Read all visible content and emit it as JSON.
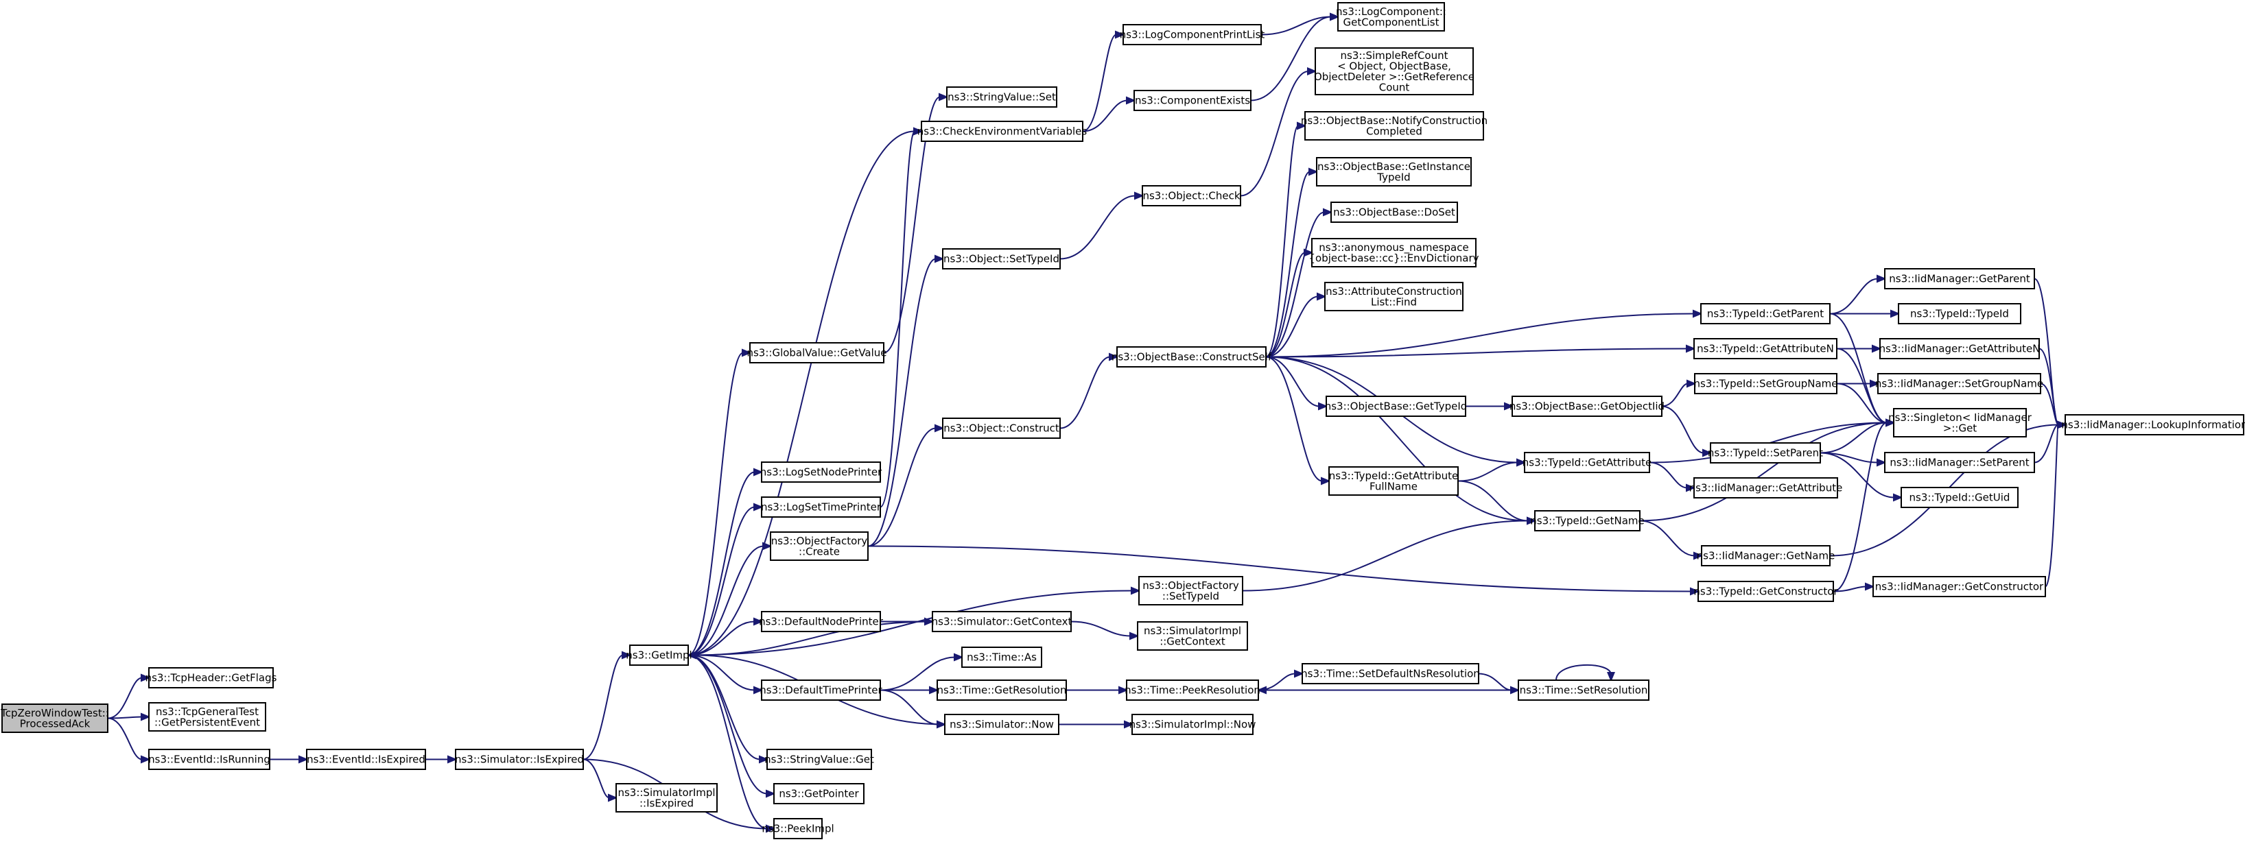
{
  "colors": {
    "edge": "#191970",
    "node_fill": "#ffffff",
    "root_fill": "#bfbfbf",
    "border": "#000000"
  },
  "nodes": [
    {
      "id": "root",
      "lines": [
        "TcpZeroWindowTest::",
        "ProcessedAck"
      ]
    },
    {
      "id": "tcpflags",
      "lines": [
        "ns3::TcpHeader::GetFlags"
      ]
    },
    {
      "id": "persist",
      "lines": [
        "ns3::TcpGeneralTest",
        "::GetPersistentEvent"
      ]
    },
    {
      "id": "isrunning",
      "lines": [
        "ns3::EventId::IsRunning"
      ]
    },
    {
      "id": "evexpired",
      "lines": [
        "ns3::EventId::IsExpired"
      ]
    },
    {
      "id": "simexpired",
      "lines": [
        "ns3::Simulator::IsExpired"
      ]
    },
    {
      "id": "implexpired",
      "lines": [
        "ns3::SimulatorImpl",
        "::IsExpired"
      ]
    },
    {
      "id": "getimpl",
      "lines": [
        "ns3::GetImpl"
      ]
    },
    {
      "id": "peekimpl",
      "lines": [
        "ns3::PeekImpl"
      ]
    },
    {
      "id": "getpointer",
      "lines": [
        "ns3::GetPointer"
      ]
    },
    {
      "id": "strget",
      "lines": [
        "ns3::StringValue::Get"
      ]
    },
    {
      "id": "deftime",
      "lines": [
        "ns3::DefaultTimePrinter"
      ]
    },
    {
      "id": "defnode",
      "lines": [
        "ns3::DefaultNodePrinter"
      ]
    },
    {
      "id": "objfactcreate",
      "lines": [
        "ns3::ObjectFactory",
        "::Create"
      ]
    },
    {
      "id": "logtime",
      "lines": [
        "ns3::LogSetTimePrinter"
      ]
    },
    {
      "id": "lognode",
      "lines": [
        "ns3::LogSetNodePrinter"
      ]
    },
    {
      "id": "globalget",
      "lines": [
        "ns3::GlobalValue::GetValue"
      ]
    },
    {
      "id": "strset",
      "lines": [
        "ns3::StringValue::Set"
      ]
    },
    {
      "id": "checkenv",
      "lines": [
        "ns3::CheckEnvironmentVariables"
      ]
    },
    {
      "id": "logprint",
      "lines": [
        "ns3::LogComponentPrintList"
      ]
    },
    {
      "id": "compexists",
      "lines": [
        "ns3::ComponentExists"
      ]
    },
    {
      "id": "getcomplist",
      "lines": [
        "ns3::LogComponent::",
        "GetComponentList"
      ]
    },
    {
      "id": "simnow",
      "lines": [
        "ns3::Simulator::Now"
      ]
    },
    {
      "id": "implnow",
      "lines": [
        "ns3::SimulatorImpl::Now"
      ]
    },
    {
      "id": "timeas",
      "lines": [
        "ns3::Time::As"
      ]
    },
    {
      "id": "timegetres",
      "lines": [
        "ns3::Time::GetResolution"
      ]
    },
    {
      "id": "peekres",
      "lines": [
        "ns3::Time::PeekResolution"
      ]
    },
    {
      "id": "setdefns",
      "lines": [
        "ns3::Time::SetDefaultNsResolution"
      ]
    },
    {
      "id": "setres",
      "lines": [
        "ns3::Time::SetResolution"
      ]
    },
    {
      "id": "simgetctx",
      "lines": [
        "ns3::Simulator::GetContext"
      ]
    },
    {
      "id": "implgetctx",
      "lines": [
        "ns3::SimulatorImpl",
        "::GetContext"
      ]
    },
    {
      "id": "objfactsettid",
      "lines": [
        "ns3::ObjectFactory",
        "::SetTypeId"
      ]
    },
    {
      "id": "objconstruct",
      "lines": [
        "ns3::Object::Construct"
      ]
    },
    {
      "id": "objsettid",
      "lines": [
        "ns3::Object::SetTypeId"
      ]
    },
    {
      "id": "objcheck",
      "lines": [
        "ns3::Object::Check"
      ]
    },
    {
      "id": "constructself",
      "lines": [
        "ns3::ObjectBase::ConstructSelf"
      ]
    },
    {
      "id": "refcount",
      "lines": [
        "ns3::SimpleRefCount",
        "< Object, ObjectBase,",
        "ObjectDeleter >::GetReference",
        "Count"
      ]
    },
    {
      "id": "notifyconstr",
      "lines": [
        "ns3::ObjectBase::NotifyConstruction",
        "Completed"
      ]
    },
    {
      "id": "getinsttid",
      "lines": [
        "ns3::ObjectBase::GetInstance",
        "TypeId"
      ]
    },
    {
      "id": "doset",
      "lines": [
        "ns3::ObjectBase::DoSet"
      ]
    },
    {
      "id": "envdict",
      "lines": [
        "ns3::anonymous_namespace",
        "{object-base::cc}::EnvDictionary"
      ]
    },
    {
      "id": "attrfind",
      "lines": [
        "ns3::AttributeConstruction",
        "List::Find"
      ]
    },
    {
      "id": "getattrfull",
      "lines": [
        "ns3::TypeId::GetAttribute",
        "FullName"
      ]
    },
    {
      "id": "obgettid",
      "lines": [
        "ns3::ObjectBase::GetTypeId"
      ]
    },
    {
      "id": "obgetobjtid",
      "lines": [
        "ns3::ObjectBase::GetObjectIid"
      ]
    },
    {
      "id": "tidgetparent",
      "lines": [
        "ns3::TypeId::GetParent"
      ]
    },
    {
      "id": "tidgetattrn",
      "lines": [
        "ns3::TypeId::GetAttributeN"
      ]
    },
    {
      "id": "tidsetgroup",
      "lines": [
        "ns3::TypeId::SetGroupName"
      ]
    },
    {
      "id": "tidsetparent",
      "lines": [
        "ns3::TypeId::SetParent"
      ]
    },
    {
      "id": "tidgetattr",
      "lines": [
        "ns3::TypeId::GetAttribute"
      ]
    },
    {
      "id": "tidgetname",
      "lines": [
        "ns3::TypeId::GetName"
      ]
    },
    {
      "id": "tidgetctor",
      "lines": [
        "ns3::TypeId::GetConstructor"
      ]
    },
    {
      "id": "singleton",
      "lines": [
        "ns3::Singleton< IidManager",
        ">::Get"
      ]
    },
    {
      "id": "iidgetparent",
      "lines": [
        "ns3::IidManager::GetParent"
      ]
    },
    {
      "id": "tidtypeid",
      "lines": [
        "ns3::TypeId::TypeId"
      ]
    },
    {
      "id": "iidgetattrn",
      "lines": [
        "ns3::IidManager::GetAttributeN"
      ]
    },
    {
      "id": "iidsetgroup",
      "lines": [
        "ns3::IidManager::SetGroupName"
      ]
    },
    {
      "id": "iidsetparent",
      "lines": [
        "ns3::IidManager::SetParent"
      ]
    },
    {
      "id": "tidgetuid",
      "lines": [
        "ns3::TypeId::GetUid"
      ]
    },
    {
      "id": "iidgetattr",
      "lines": [
        "ns3::IidManager::GetAttribute"
      ]
    },
    {
      "id": "iidgetname",
      "lines": [
        "ns3::IidManager::GetName"
      ]
    },
    {
      "id": "iidgetctor",
      "lines": [
        "ns3::IidManager::GetConstructor"
      ]
    },
    {
      "id": "lookupinfo",
      "lines": [
        "ns3::IidManager::LookupInformation"
      ]
    }
  ],
  "edges": [
    [
      "root",
      "tcpflags"
    ],
    [
      "root",
      "persist"
    ],
    [
      "root",
      "isrunning"
    ],
    [
      "isrunning",
      "evexpired"
    ],
    [
      "evexpired",
      "simexpired"
    ],
    [
      "simexpired",
      "getimpl"
    ],
    [
      "simexpired",
      "implexpired"
    ],
    [
      "simexpired",
      "peekimpl"
    ],
    [
      "getimpl",
      "globalget"
    ],
    [
      "getimpl",
      "lognode"
    ],
    [
      "getimpl",
      "logtime"
    ],
    [
      "getimpl",
      "objfactcreate"
    ],
    [
      "getimpl",
      "objfactsettid"
    ],
    [
      "getimpl",
      "defnode"
    ],
    [
      "getimpl",
      "deftime"
    ],
    [
      "getimpl",
      "strget"
    ],
    [
      "getimpl",
      "getpointer"
    ],
    [
      "getimpl",
      "peekimpl"
    ],
    [
      "getimpl",
      "checkenv"
    ],
    [
      "globalget",
      "strset"
    ],
    [
      "logtime",
      "checkenv"
    ],
    [
      "checkenv",
      "logprint"
    ],
    [
      "checkenv",
      "compexists"
    ],
    [
      "logprint",
      "getcomplist"
    ],
    [
      "compexists",
      "getcomplist"
    ],
    [
      "objfactcreate",
      "objsettid"
    ],
    [
      "objfactcreate",
      "objconstruct"
    ],
    [
      "objfactcreate",
      "tidgetctor"
    ],
    [
      "objsettid",
      "objcheck"
    ],
    [
      "objcheck",
      "refcount"
    ],
    [
      "objconstruct",
      "constructself"
    ],
    [
      "constructself",
      "notifyconstr"
    ],
    [
      "constructself",
      "getinsttid"
    ],
    [
      "constructself",
      "doset"
    ],
    [
      "constructself",
      "envdict"
    ],
    [
      "constructself",
      "attrfind"
    ],
    [
      "constructself",
      "tidgetparent"
    ],
    [
      "constructself",
      "tidgetattrn"
    ],
    [
      "constructself",
      "obgettid"
    ],
    [
      "constructself",
      "getattrfull"
    ],
    [
      "constructself",
      "tidgetattr"
    ],
    [
      "constructself",
      "tidgetname"
    ],
    [
      "obgettid",
      "obgetobjtid"
    ],
    [
      "obgetobjtid",
      "tidsetgroup"
    ],
    [
      "obgetobjtid",
      "tidsetparent"
    ],
    [
      "getattrfull",
      "tidgetattr"
    ],
    [
      "getattrfull",
      "tidgetname"
    ],
    [
      "objfactsettid",
      "tidgetname"
    ],
    [
      "tidgetparent",
      "iidgetparent"
    ],
    [
      "tidgetparent",
      "tidtypeid"
    ],
    [
      "tidgetparent",
      "singleton"
    ],
    [
      "tidgetattrn",
      "iidgetattrn"
    ],
    [
      "tidgetattrn",
      "singleton"
    ],
    [
      "tidsetgroup",
      "iidsetgroup"
    ],
    [
      "tidsetgroup",
      "singleton"
    ],
    [
      "tidsetparent",
      "singleton"
    ],
    [
      "tidsetparent",
      "iidsetparent"
    ],
    [
      "tidsetparent",
      "tidgetuid"
    ],
    [
      "tidgetattr",
      "singleton"
    ],
    [
      "tidgetattr",
      "iidgetattr"
    ],
    [
      "tidgetname",
      "iidgetname"
    ],
    [
      "tidgetname",
      "singleton"
    ],
    [
      "tidgetctor",
      "iidgetctor"
    ],
    [
      "tidgetctor",
      "singleton"
    ],
    [
      "iidgetparent",
      "lookupinfo"
    ],
    [
      "iidgetattrn",
      "lookupinfo"
    ],
    [
      "iidsetgroup",
      "lookupinfo"
    ],
    [
      "iidsetparent",
      "lookupinfo"
    ],
    [
      "iidgetname",
      "lookupinfo"
    ],
    [
      "iidgetctor",
      "lookupinfo"
    ],
    [
      "defnode",
      "simgetctx"
    ],
    [
      "simgetctx",
      "implgetctx"
    ],
    [
      "simgetctx",
      "getimpl"
    ],
    [
      "deftime",
      "timeas"
    ],
    [
      "deftime",
      "timegetres"
    ],
    [
      "deftime",
      "simnow"
    ],
    [
      "timegetres",
      "peekres"
    ],
    [
      "peekres",
      "setdefns"
    ],
    [
      "setdefns",
      "setres"
    ],
    [
      "setres",
      "peekres"
    ],
    [
      "setres",
      "setres"
    ],
    [
      "simnow",
      "implnow"
    ],
    [
      "simnow",
      "getimpl"
    ]
  ]
}
